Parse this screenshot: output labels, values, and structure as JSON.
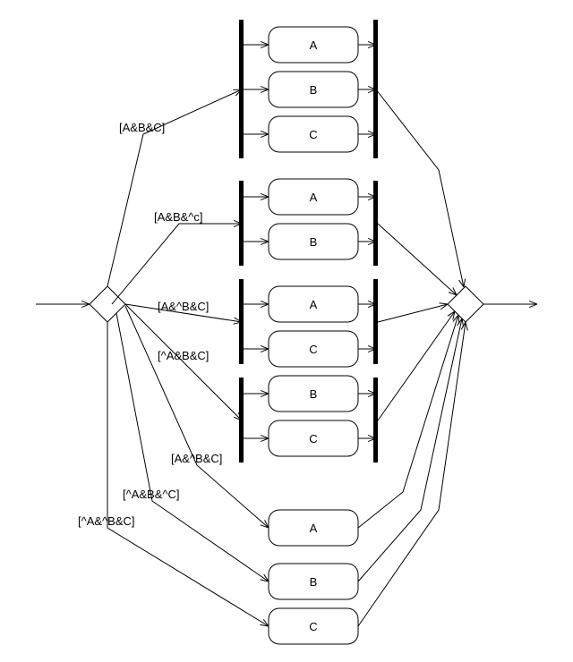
{
  "guards": {
    "g1": "[A&B&C]",
    "g2": "[A&B&^c]",
    "g3": "[A&^B&C]",
    "g4": "[^A&B&C]",
    "g5": "[A&^B&C]",
    "g6": "[^A&B&^C]",
    "g7": "[^A&^B&C]"
  },
  "groups": {
    "abc": {
      "a": "A",
      "b": "B",
      "c": "C"
    },
    "ab": {
      "a": "A",
      "b": "B"
    },
    "ac": {
      "a": "A",
      "c": "C"
    },
    "bc": {
      "b": "B",
      "c": "C"
    },
    "single": {
      "a": "A",
      "b": "B",
      "c": "C"
    }
  },
  "colors": {
    "stroke": "#000000",
    "background": "#ffffff"
  }
}
